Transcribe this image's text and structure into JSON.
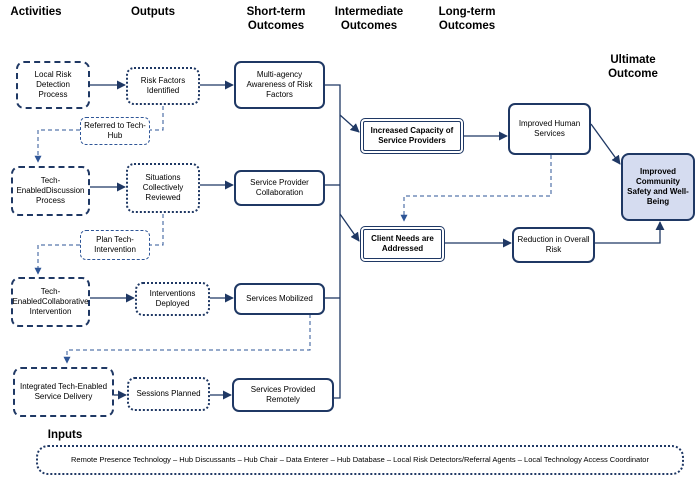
{
  "headers": {
    "activities": "Activities",
    "outputs": "Outputs",
    "short_term_1": "Short-term",
    "short_term_2": "Outcomes",
    "intermediate_1": "Intermediate",
    "intermediate_2": "Outcomes",
    "long_term_1": "Long-term",
    "long_term_2": "Outcomes",
    "ultimate_1": "Ultimate",
    "ultimate_2": "Outcome",
    "inputs": "Inputs"
  },
  "activities": {
    "local_risk_detection": "Local Risk Detection Process",
    "tech_discussion": "Tech-EnabledDiscussion Process",
    "tech_intervention": "Tech-EnabledCollaborative Intervention",
    "integrated_delivery": "Integrated Tech-Enabled Service Delivery"
  },
  "connectors": {
    "referred_to_hub": "Referred to Tech-Hub",
    "plan_intervention": "Plan Tech-Intervention"
  },
  "outputs": {
    "risk_factors": "Risk Factors Identified",
    "situations_reviewed": "Situations Collectively Reviewed",
    "interventions_deployed": "Interventions Deployed",
    "sessions_planned": "Sessions Planned"
  },
  "short_term": {
    "multi_agency": "Multi-agency Awareness of Risk Factors",
    "provider_collab": "Service Provider Collaboration",
    "services_mobilized": "Services Mobilized",
    "services_remote": "Services Provided Remotely"
  },
  "intermediate": {
    "increased_capacity": "Increased Capacity of Service Providers",
    "client_needs": "Client Needs are Addressed"
  },
  "long_term": {
    "improved_services": "Improved Human Services",
    "reduction_risk": "Reduction in Overall Risk"
  },
  "ultimate": {
    "community_safety": "Improved Community Safety and Well-Being"
  },
  "inputs": {
    "list": "Remote Presence Technology – Hub Discussants – Hub Chair – Data Enterer – Hub Database – Local Risk Detectors/Referral Agents – Local Technology Access Coordinator"
  },
  "colors": {
    "navy": "#1f3864",
    "link_blue": "#2e5597",
    "ultimate_fill": "#d5dcf0"
  }
}
